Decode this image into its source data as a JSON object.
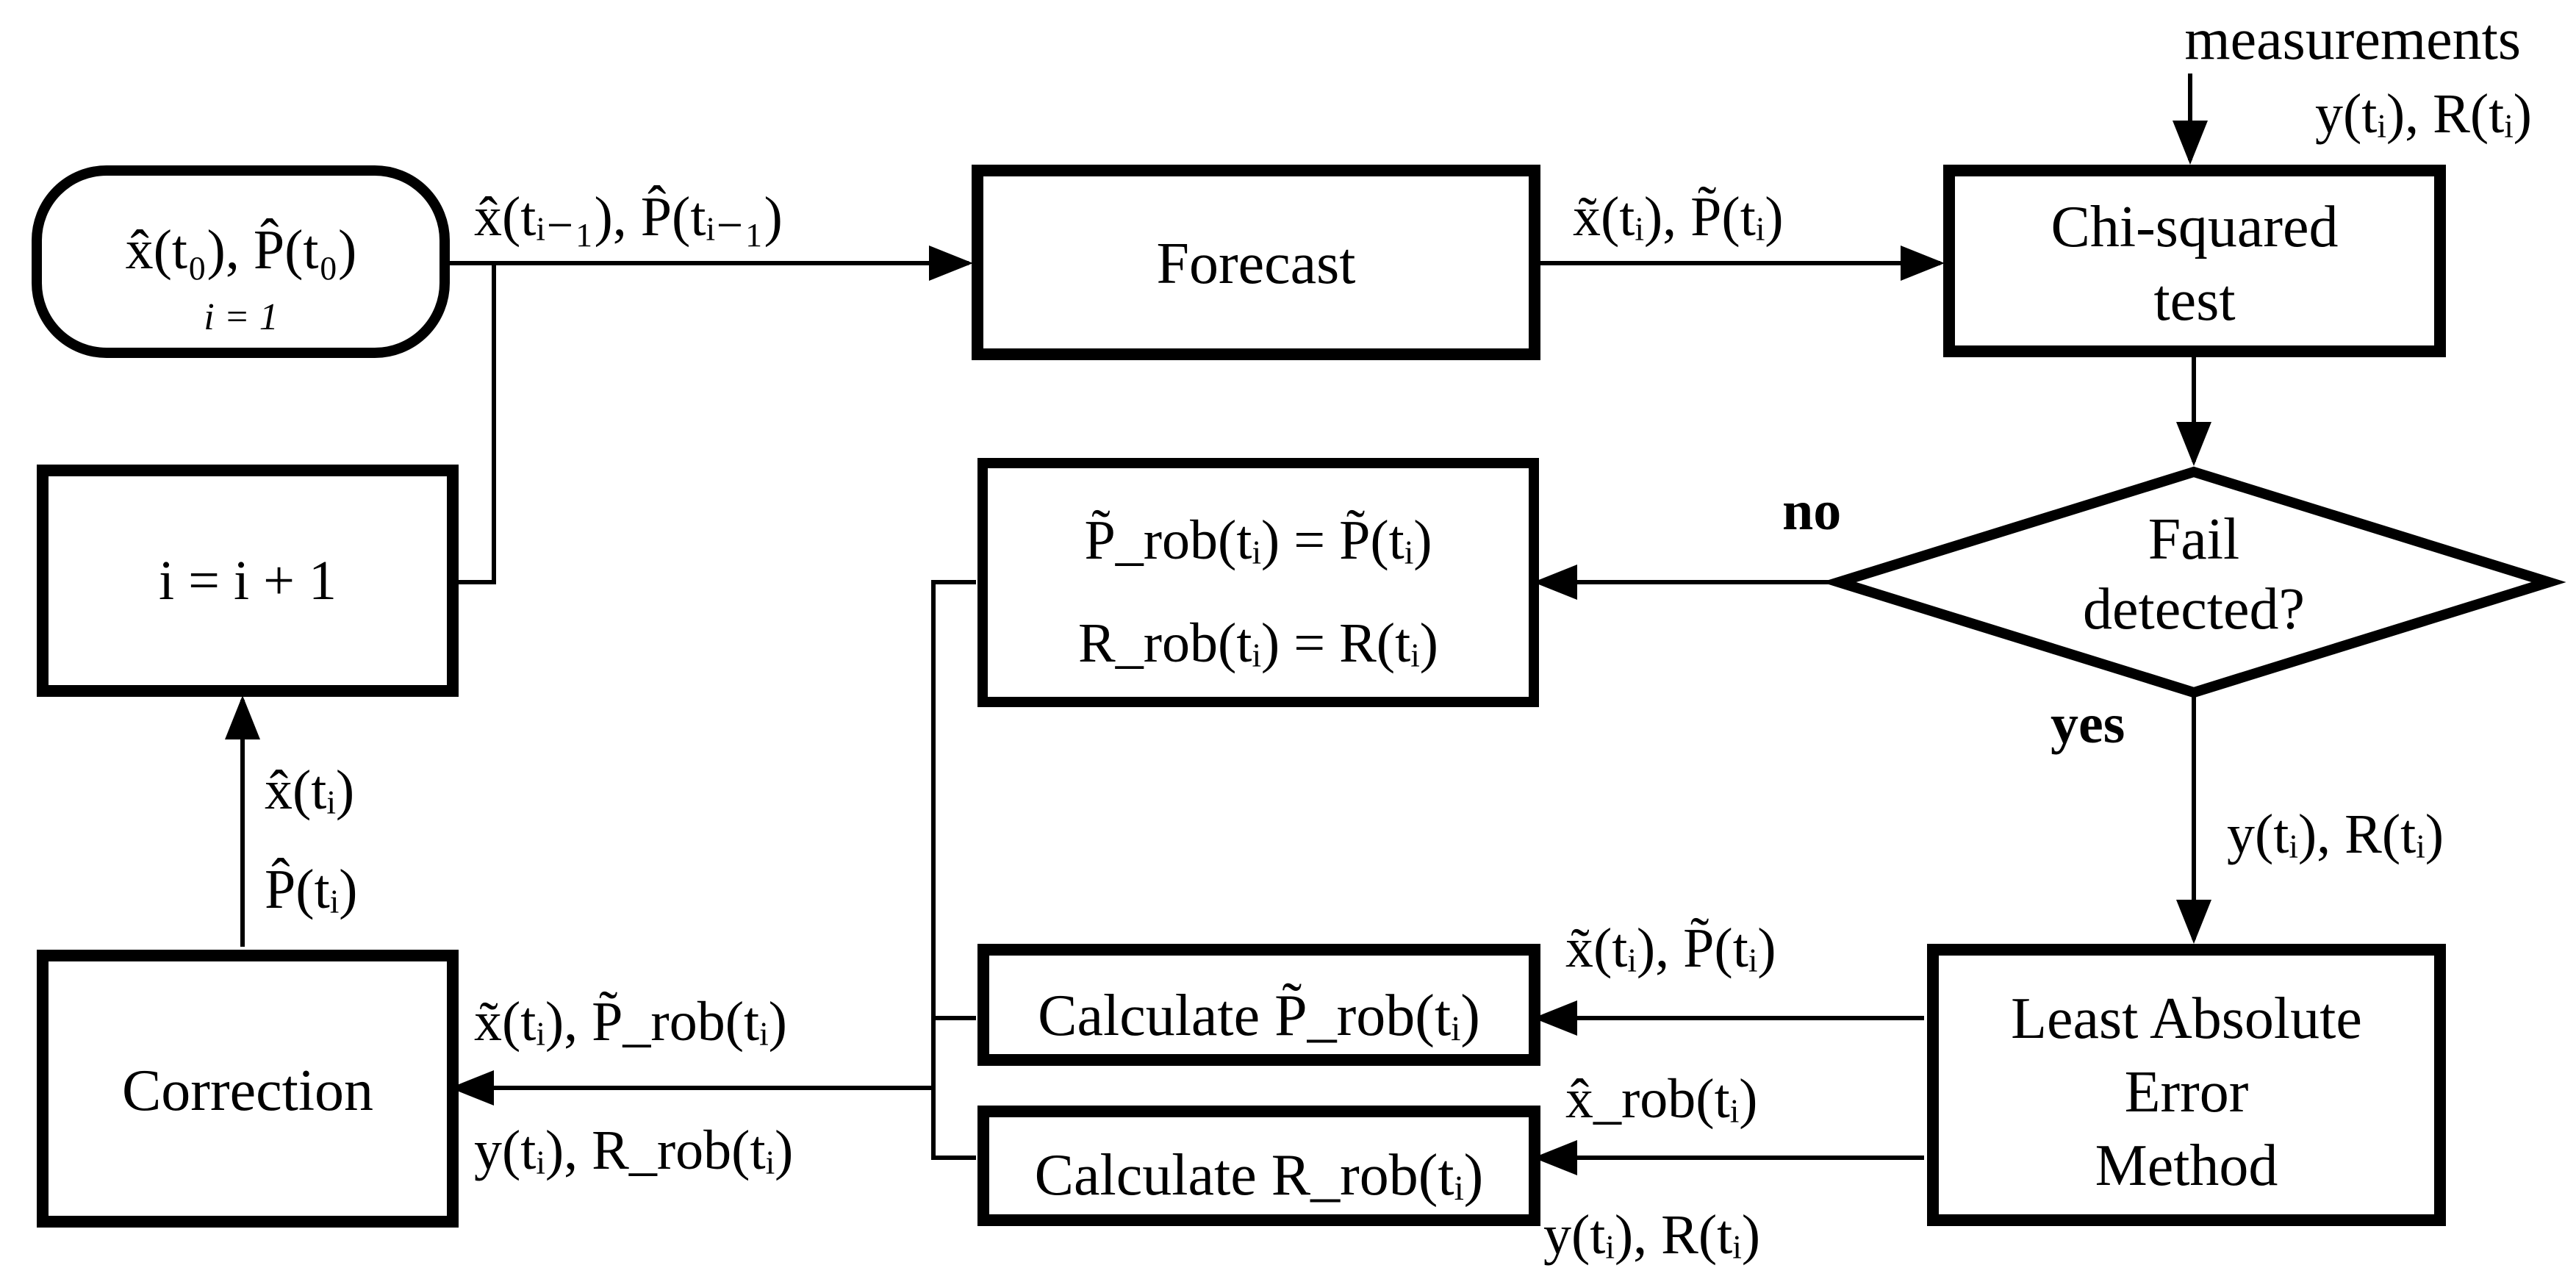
{
  "nodes": {
    "start": {
      "line1": "x̂(t₀), P̂(t₀)",
      "line2": "i = 1"
    },
    "increment": {
      "label": "i = i + 1"
    },
    "forecast": {
      "label": "Forecast"
    },
    "chi_test": {
      "line1": "Chi-squared",
      "line2": "test"
    },
    "decision": {
      "line1": "Fail",
      "line2": "detected?"
    },
    "rob_assign": {
      "line1": "P̃_rob(tᵢ) = P̃(tᵢ)",
      "line2": "R_rob(tᵢ) = R(tᵢ)"
    },
    "lae": {
      "line1": "Least Absolute",
      "line2": "Error",
      "line3": "Method"
    },
    "calc_p": {
      "label": "Calculate P̃_rob(tᵢ)"
    },
    "calc_r": {
      "label": "Calculate R_rob(tᵢ)"
    },
    "correction": {
      "label": "Correction"
    }
  },
  "edges": {
    "measurements": {
      "line1": "measurements",
      "line2": "y(tᵢ), R(tᵢ)"
    },
    "prev_state": "x̂(tᵢ₋₁), P̂(tᵢ₋₁)",
    "forecast_out": "x̃(tᵢ), P̃(tᵢ)",
    "no": "no",
    "yes": "yes",
    "yes_meas": "y(tᵢ), R(tᵢ)",
    "lae_in_p": "x̃(tᵢ), P̃(tᵢ)",
    "lae_xrob": "x̂_rob(tᵢ)",
    "lae_in_r": "y(tᵢ), R(tᵢ)",
    "corr_in1": "x̃(tᵢ), P̃_rob(tᵢ)",
    "corr_in2": "y(tᵢ), R_rob(tᵢ)",
    "corr_out1": "x̂(tᵢ)",
    "corr_out2": "P̂(tᵢ)"
  }
}
